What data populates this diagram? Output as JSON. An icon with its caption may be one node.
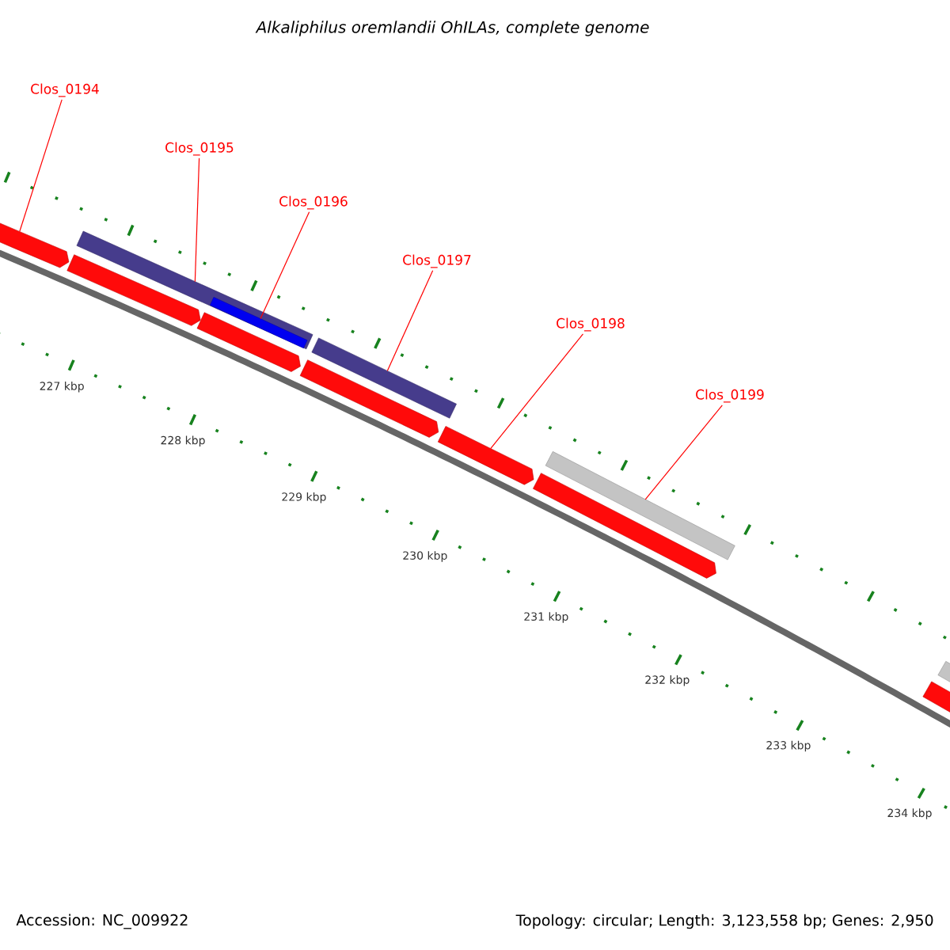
{
  "diagram": {
    "title": "Alkaliphilus oremlandii OhILAs, complete genome",
    "nodes": [
      {
        "text": [
          "Clos_0194"
        ]
      },
      {
        "text": [
          "Clos_0195"
        ]
      },
      {
        "text": [
          "Clos_0196"
        ]
      },
      {
        "text": [
          "Clos_0197"
        ]
      },
      {
        "text": [
          "Clos_0198"
        ]
      },
      {
        "text": [
          "Clos_0199"
        ]
      },
      {
        "text": [],
        "shape": "pentagon"
      },
      {
        "text": [],
        "shape": "pentagon"
      },
      {
        "text": [],
        "shape": "bar"
      },
      {
        "text": [],
        "shape": "pentagon"
      },
      {
        "text": [],
        "shape": "bar",
        "in": 8
      },
      {
        "text": [],
        "shape": "pentagon"
      },
      {
        "text": [],
        "shape": "bar"
      },
      {
        "text": [],
        "shape": "pentagon"
      },
      {
        "text": [],
        "shape": "pentagon"
      },
      {
        "text": [],
        "shape": "bar"
      },
      {
        "text": [],
        "shape": "pentagon"
      },
      {
        "text": [],
        "shape": "bar"
      }
    ],
    "edges": [
      {
        "from": 0,
        "to": 6,
        "arrow": "none"
      },
      {
        "from": 1,
        "to": 8,
        "arrow": "none"
      },
      {
        "from": 2,
        "to": 10,
        "arrow": "none"
      },
      {
        "from": 3,
        "to": 12,
        "arrow": "none"
      },
      {
        "from": 4,
        "to": 13,
        "arrow": "none"
      },
      {
        "from": 5,
        "to": 15,
        "arrow": "none"
      }
    ],
    "labels": [
      "227 kbp",
      "228 kbp",
      "229 kbp",
      "230 kbp",
      "231 kbp",
      "232 kbp",
      "233 kbp",
      "234 kbp",
      "Accession: NC_009922",
      "Topology: circular; Length: 3,123,558 bp; Genes: 2,950"
    ]
  }
}
